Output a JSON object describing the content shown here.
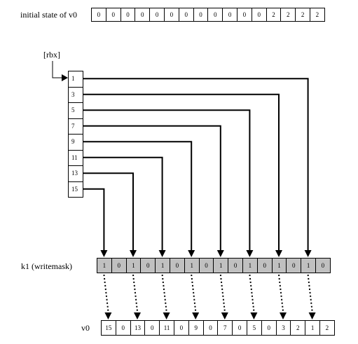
{
  "labels": {
    "initial_v0": "initial state of v0",
    "rbx": "[rbx]",
    "k1": "k1 (writemask)",
    "v0": "v0"
  },
  "initial_v0": [
    "0",
    "0",
    "0",
    "0",
    "0",
    "0",
    "0",
    "0",
    "0",
    "0",
    "0",
    "0",
    "2",
    "2",
    "2",
    "2"
  ],
  "rbx_values": [
    "1",
    "3",
    "5",
    "7",
    "9",
    "11",
    "13",
    "15"
  ],
  "writemask": [
    "1",
    "0",
    "1",
    "0",
    "1",
    "0",
    "1",
    "0",
    "1",
    "0",
    "1",
    "0",
    "1",
    "0",
    "1",
    "0"
  ],
  "result_v0": [
    "15",
    "0",
    "13",
    "0",
    "11",
    "0",
    "9",
    "0",
    "7",
    "0",
    "5",
    "0",
    "3",
    "2",
    "1",
    "2"
  ],
  "colors": {
    "mask_fill": "#c0c0c0",
    "line": "#000000"
  }
}
